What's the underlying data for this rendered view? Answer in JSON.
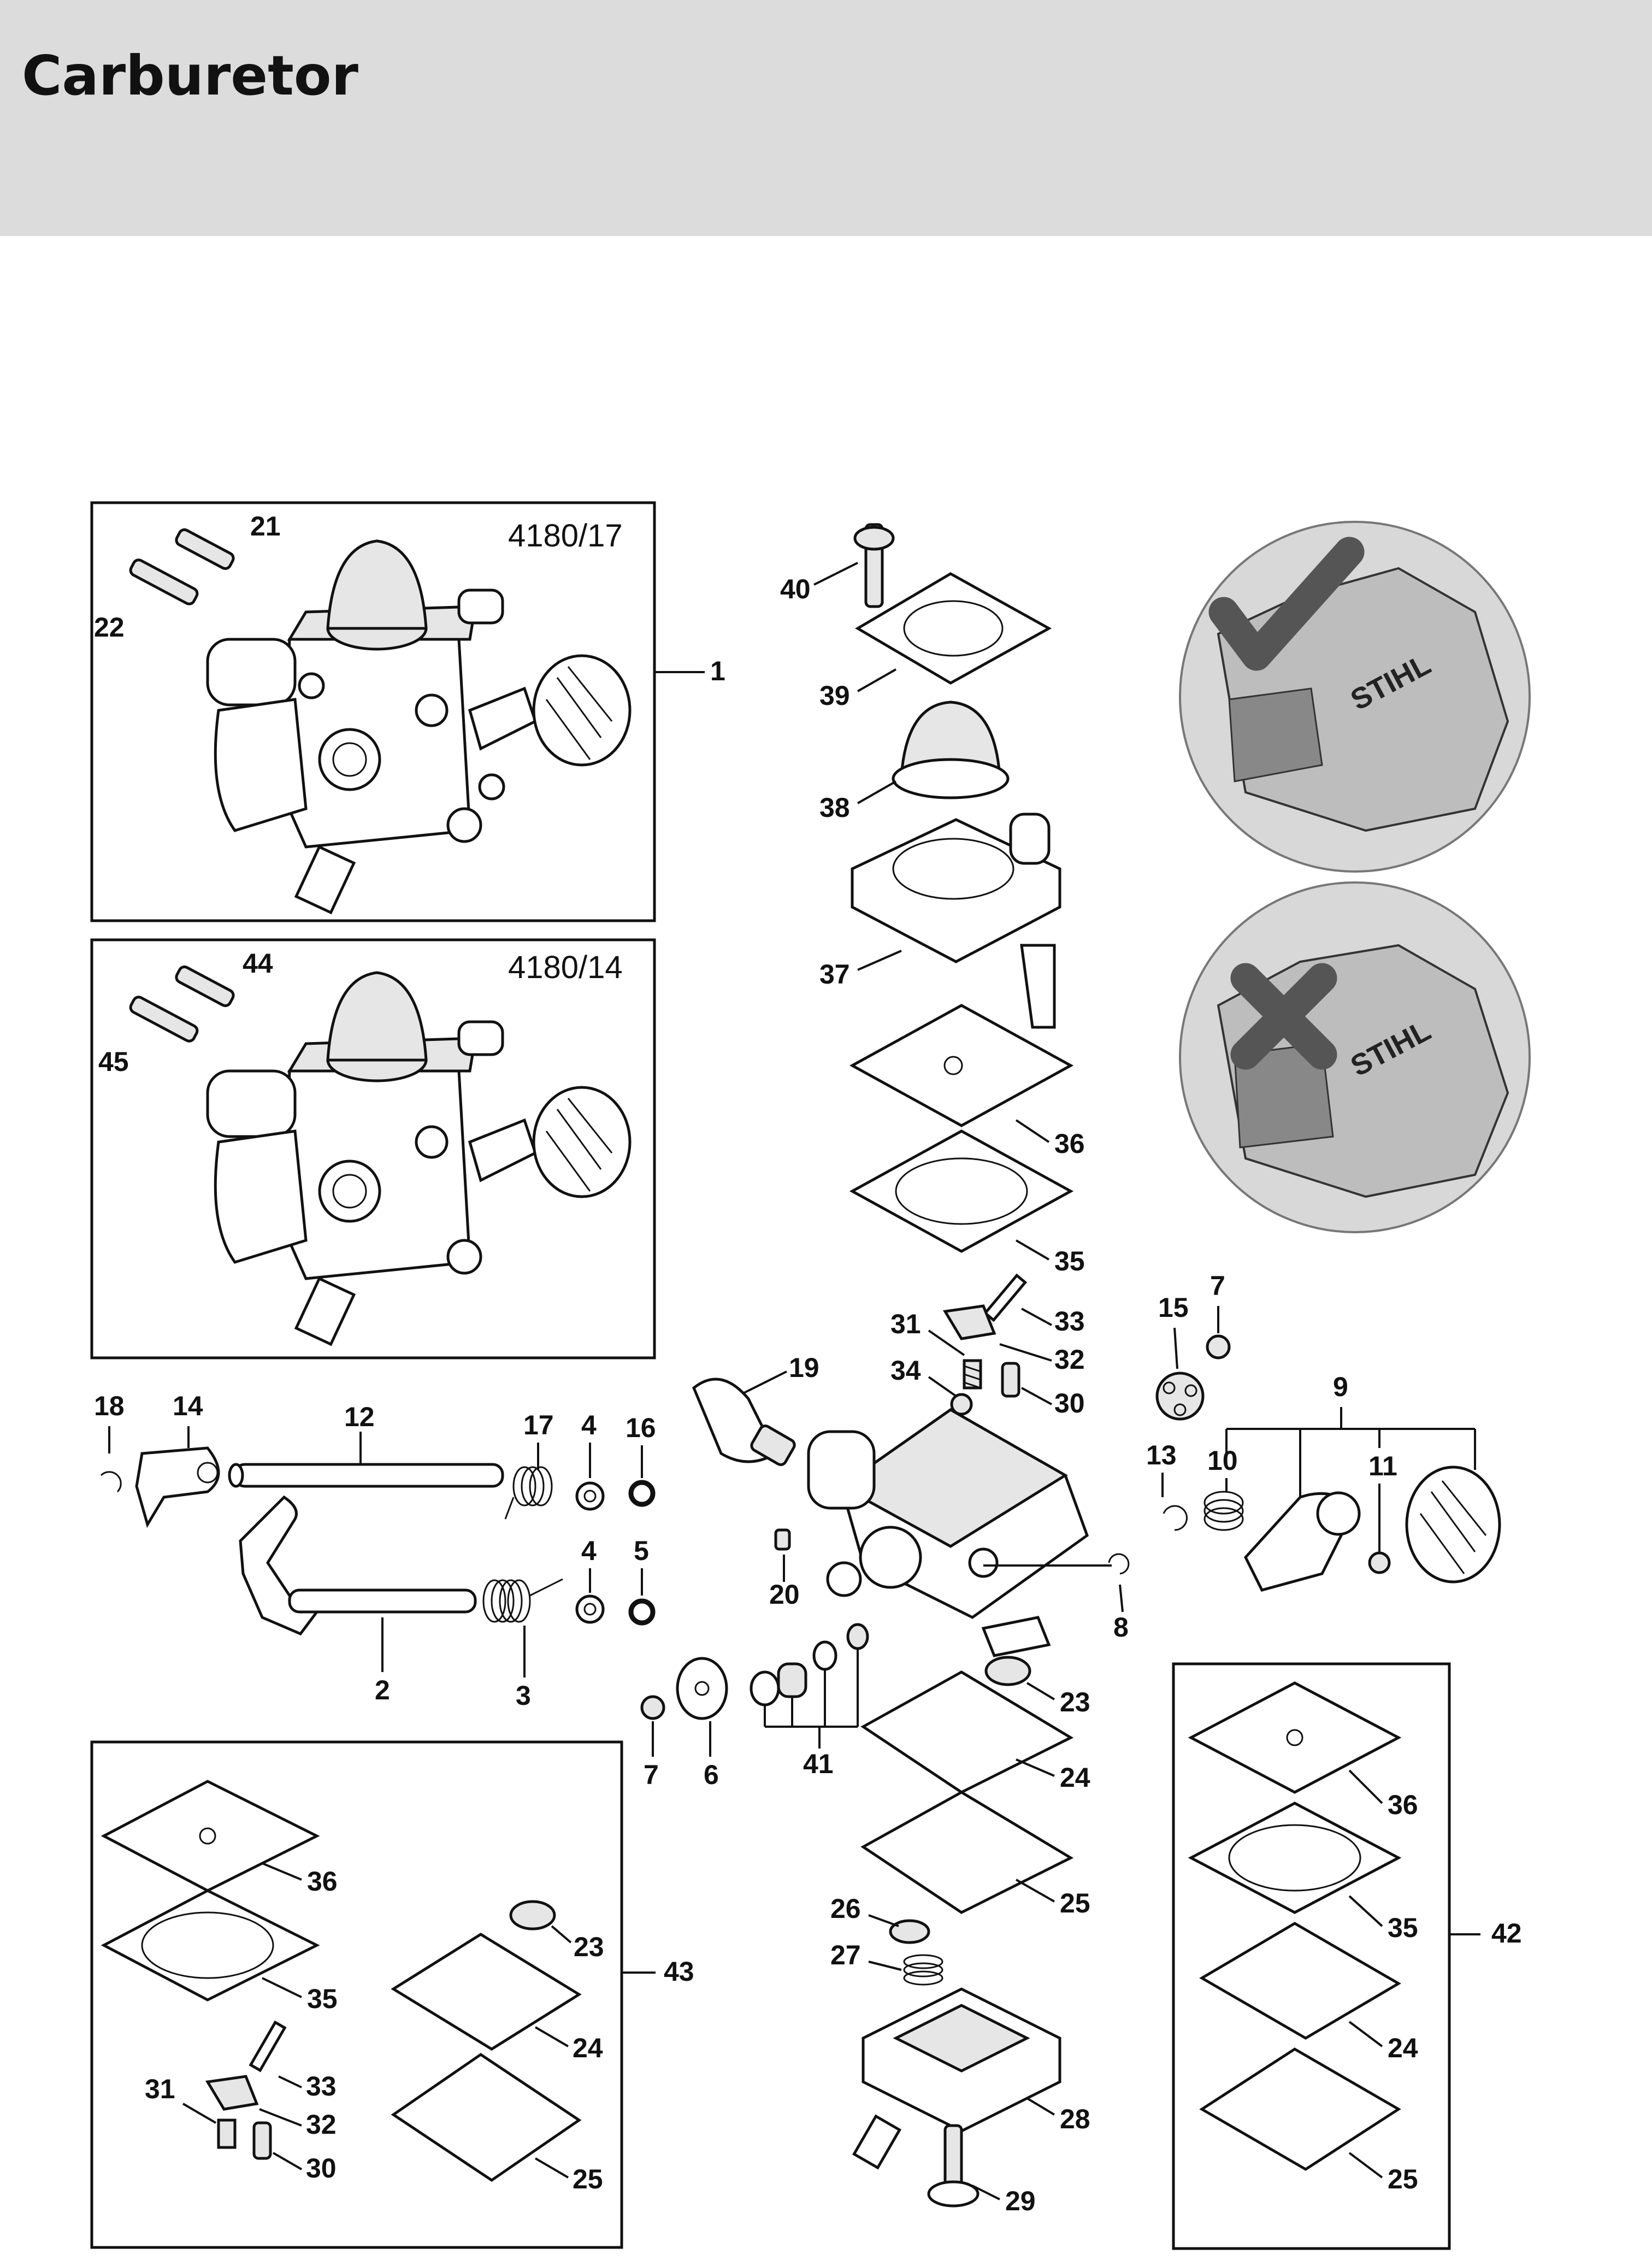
{
  "header": {
    "title": "Carburetor"
  },
  "insets": {
    "ref_top": "4180/17",
    "ref_bottom": "4180/14"
  },
  "brand": {
    "logo_text": "STIHL"
  },
  "callouts": {
    "c1": "1",
    "c2": "2",
    "c3": "3",
    "c4a": "4",
    "c4b": "4",
    "c5": "5",
    "c6": "6",
    "c7a": "7",
    "c7b": "7",
    "c8": "8",
    "c9": "9",
    "c10": "10",
    "c11": "11",
    "c12": "12",
    "c13": "13",
    "c14": "14",
    "c15": "15",
    "c16": "16",
    "c17": "17",
    "c18": "18",
    "c19": "19",
    "c20": "20",
    "c21": "21",
    "c22": "22",
    "c23a": "23",
    "c23b": "23",
    "c24a": "24",
    "c24b": "24",
    "c24c": "24",
    "c25a": "25",
    "c25b": "25",
    "c25c": "25",
    "c26": "26",
    "c27": "27",
    "c28": "28",
    "c29": "29",
    "c30a": "30",
    "c30b": "30",
    "c31a": "31",
    "c31b": "31",
    "c32a": "32",
    "c32b": "32",
    "c33a": "33",
    "c33b": "33",
    "c34": "34",
    "c35a": "35",
    "c35b": "35",
    "c35c": "35",
    "c36a": "36",
    "c36b": "36",
    "c36c": "36",
    "c37": "37",
    "c38": "38",
    "c39": "39",
    "c40": "40",
    "c41": "41",
    "c42": "42",
    "c43": "43",
    "c44": "44",
    "c45": "45"
  },
  "colors": {
    "header_bg": "#dcdcdc",
    "line": "#111111",
    "fill_light": "#e6e6e6",
    "circle_bg": "#d8d8d8"
  }
}
